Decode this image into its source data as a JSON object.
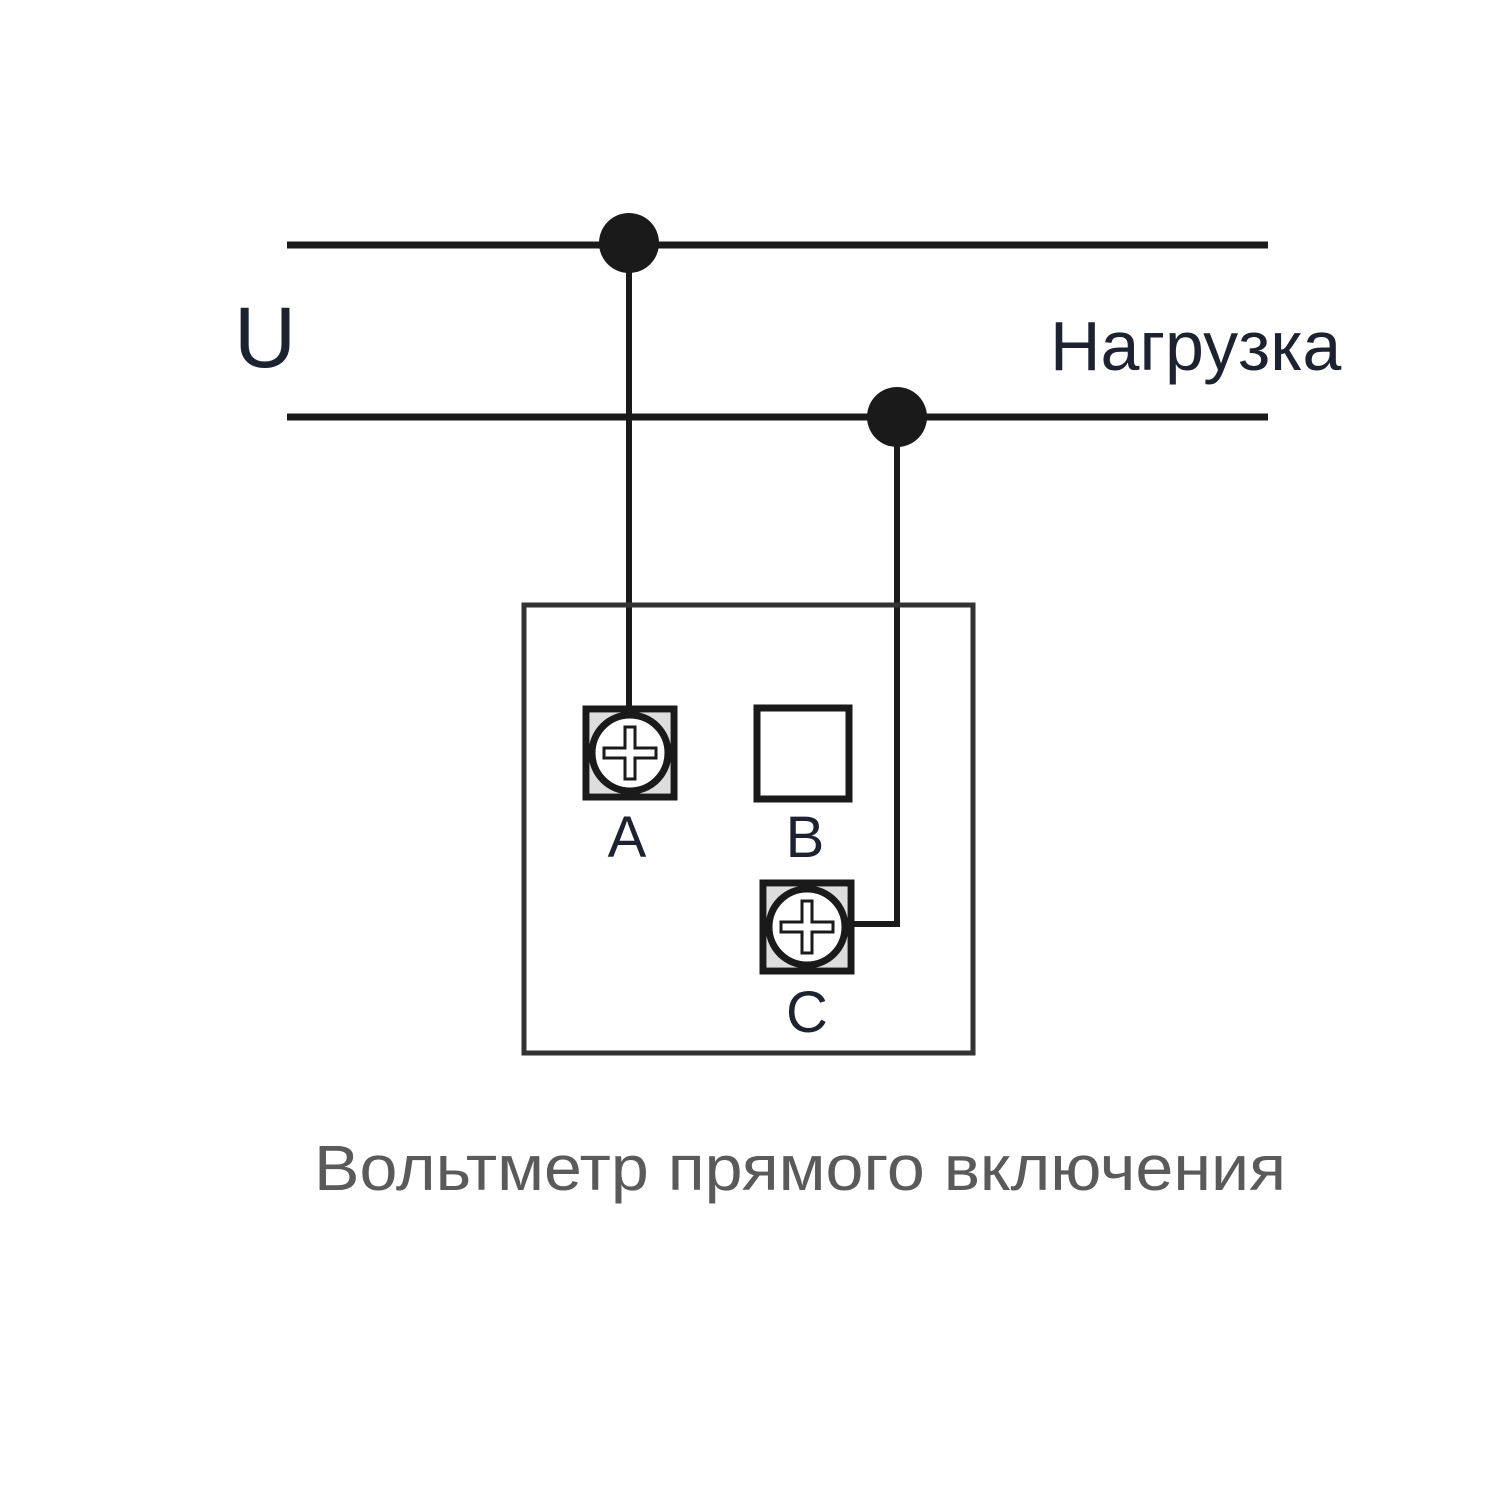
{
  "labels": {
    "voltage": "U",
    "load": "Нагрузка",
    "terminal_a": "A",
    "terminal_b": "B",
    "terminal_c": "C"
  },
  "caption": "Вольтметр прямого включения",
  "colors": {
    "wire": "#1a1a1a",
    "label": "#1c2230",
    "caption": "#5a5a5a"
  }
}
